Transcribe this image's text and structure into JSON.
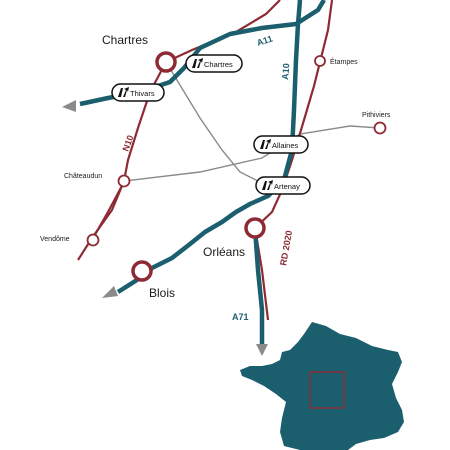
{
  "cities": {
    "chartres": "Chartres",
    "etampes": "Étampes",
    "pithiviers": "Pithiviers",
    "chateaudun": "Châteaudun",
    "vendome": "Vendôme",
    "orleans": "Orléans",
    "blois": "Blois"
  },
  "roads": {
    "a11": "A11",
    "a10": "A10",
    "a71": "A71",
    "n10": "N10",
    "rd2020": "RD 2020"
  },
  "exits": {
    "chartres": "Chartres",
    "thivars": "Thivars",
    "allaines": "Allaines",
    "artenay": "Artenay"
  },
  "colors": {
    "motorway": "#1b5e6e",
    "national_road": "#8e2a33",
    "minor_road": "#8a8a8a",
    "france_fill": "#1b5e6e",
    "region_box": "#8e2a33"
  },
  "icons": {
    "exit_badge": "motorway-exit-icon",
    "arrow": "direction-arrow-icon"
  }
}
